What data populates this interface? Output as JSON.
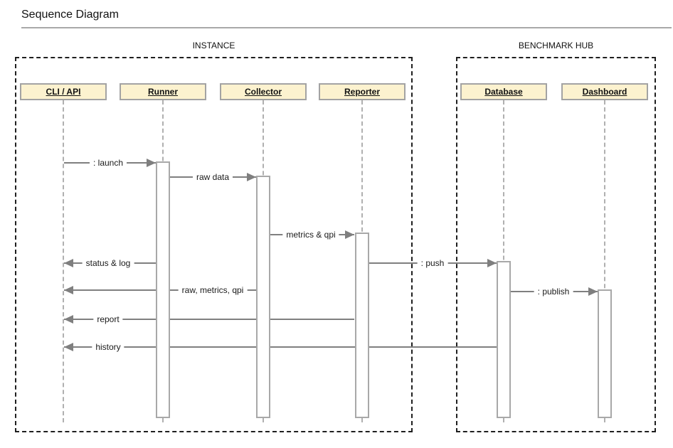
{
  "page": {
    "title": "Sequence Diagram"
  },
  "frames": [
    {
      "id": "instance",
      "label": "INSTANCE"
    },
    {
      "id": "hub",
      "label": "BENCHMARK HUB"
    }
  ],
  "participants": [
    {
      "id": "cli",
      "label": "CLI / API",
      "frame": "instance"
    },
    {
      "id": "runner",
      "label": "Runner",
      "frame": "instance"
    },
    {
      "id": "collector",
      "label": "Collector",
      "frame": "instance"
    },
    {
      "id": "reporter",
      "label": "Reporter",
      "frame": "instance"
    },
    {
      "id": "database",
      "label": "Database",
      "frame": "hub"
    },
    {
      "id": "dashboard",
      "label": "Dashboard",
      "frame": "hub"
    }
  ],
  "messages": [
    {
      "label": ": launch",
      "from": "cli",
      "to": "runner"
    },
    {
      "label": "raw data",
      "from": "runner",
      "to": "collector"
    },
    {
      "label": "metrics & qpi",
      "from": "collector",
      "to": "reporter"
    },
    {
      "label": "status & log",
      "from": "runner",
      "to": "cli"
    },
    {
      "label": ": push",
      "from": "reporter",
      "to": "database"
    },
    {
      "label": "raw, metrics, qpi",
      "from": "collector",
      "to": "cli"
    },
    {
      "label": ": publish",
      "from": "database",
      "to": "dashboard"
    },
    {
      "label": "report",
      "from": "reporter",
      "to": "cli"
    },
    {
      "label": "history",
      "from": "database",
      "to": "cli"
    }
  ],
  "colors": {
    "participant_fill": "#fcf2cf",
    "participant_border": "#a3a3a3",
    "message_line": "#7f7f7f",
    "frame_border": "#1f1f1f",
    "lifeline": "#b0b0b0",
    "title_rule": "#a9a9a9",
    "text": "#111111"
  }
}
